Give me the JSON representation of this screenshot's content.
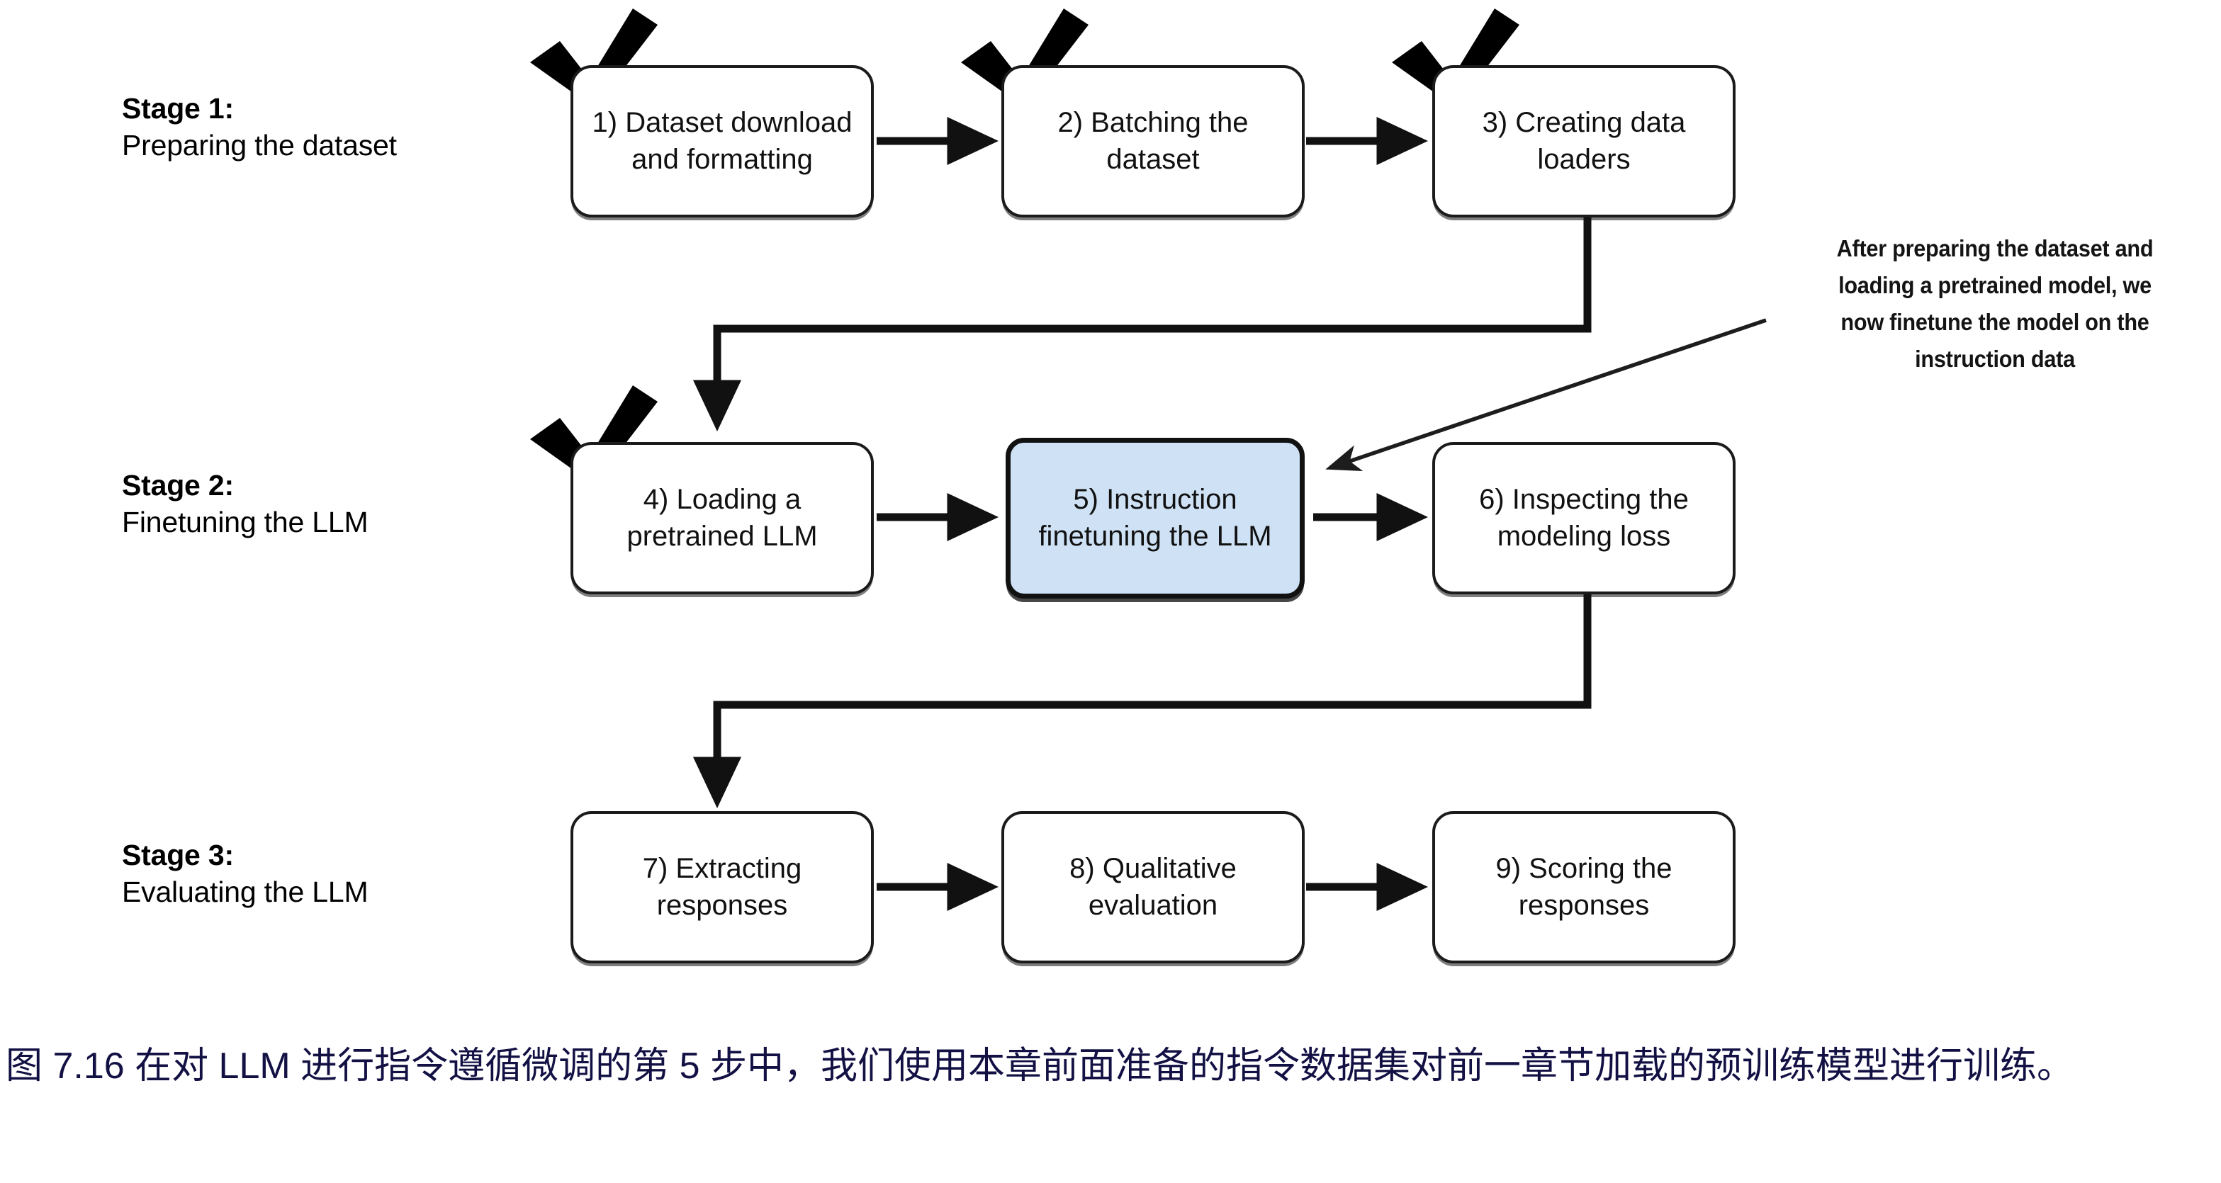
{
  "figure": {
    "kind": "flowchart",
    "background_color": "#ffffff",
    "box_border_color": "#1b1b1b",
    "highlight_fill_color": "#cfe2f5",
    "caption_color": "#131144"
  },
  "stages": [
    {
      "id": "stage-1",
      "title": "Stage 1:",
      "subtitle": "Preparing the dataset",
      "steps": [
        {
          "id": "step-1",
          "label": "1) Dataset download and formatting",
          "checked": true,
          "highlighted": false
        },
        {
          "id": "step-2",
          "label": "2) Batching the dataset",
          "checked": true,
          "highlighted": false
        },
        {
          "id": "step-3",
          "label": "3) Creating data loaders",
          "checked": true,
          "highlighted": false
        }
      ]
    },
    {
      "id": "stage-2",
      "title": "Stage 2:",
      "subtitle": "Finetuning the LLM",
      "steps": [
        {
          "id": "step-4",
          "label": "4) Loading a pretrained LLM",
          "checked": true,
          "highlighted": false
        },
        {
          "id": "step-5",
          "label": "5) Instruction finetuning the LLM",
          "checked": false,
          "highlighted": true
        },
        {
          "id": "step-6",
          "label": "6) Inspecting the modeling loss",
          "checked": false,
          "highlighted": false
        }
      ]
    },
    {
      "id": "stage-3",
      "title": "Stage 3:",
      "subtitle": "Evaluating the LLM",
      "steps": [
        {
          "id": "step-7",
          "label": "7) Extracting responses",
          "checked": false,
          "highlighted": false
        },
        {
          "id": "step-8",
          "label": "8) Qualitative evaluation",
          "checked": false,
          "highlighted": false
        },
        {
          "id": "step-9",
          "label": "9) Scoring the responses",
          "checked": false,
          "highlighted": false
        }
      ]
    }
  ],
  "annotation": {
    "id": "annotation-callout",
    "lines": [
      "After preparing the dataset and",
      "loading a pretrained model, we",
      "now finetune the model on the",
      "instruction data"
    ],
    "target_step": "step-5"
  },
  "caption": {
    "text": "图 7.16 在对 LLM 进行指令遵循微调的第 5 步中，我们使用本章前面准备的指令数据集对前一章节加载的预训练模型进行训练。"
  },
  "icons": {
    "check": "check-icon",
    "arrow": "arrow-right-icon"
  }
}
